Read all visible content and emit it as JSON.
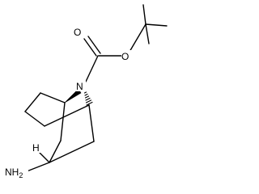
{
  "molecule": {
    "atoms": {
      "carbonyl_oxygen": "O",
      "ester_oxygen": "O",
      "bridge_nitrogen": "N",
      "stereo_hydrogen": "H",
      "amino_group": "NH2"
    },
    "amino_group_parts": {
      "main": "NH",
      "subscript": "2"
    }
  }
}
